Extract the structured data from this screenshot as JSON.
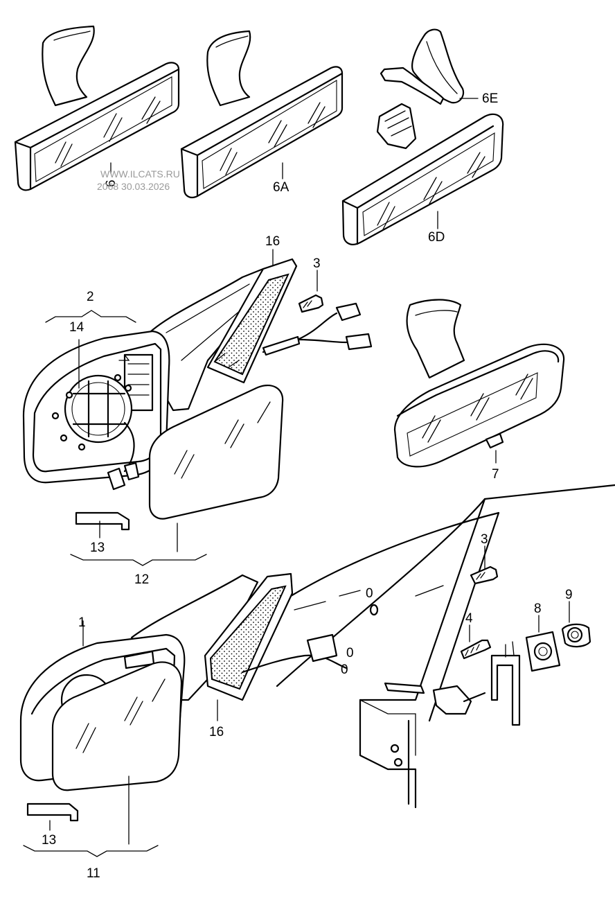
{
  "watermark": {
    "line1": "WWW.ILCATS.RU",
    "line2": "2068 30.03.2026"
  },
  "labels": {
    "p6": "6",
    "p6A": "6A",
    "p6D": "6D",
    "p6E": "6E",
    "p16_top": "16",
    "p3_top": "3",
    "p2": "2",
    "p14": "14",
    "p7": "7",
    "p13_top": "13",
    "p12": "12",
    "p3_bot": "3",
    "p9": "9",
    "p8": "8",
    "p4": "4",
    "p1": "1",
    "p16_bot": "16",
    "p13_bot": "13",
    "p11": "11",
    "zero_a": "0",
    "zero_b": "0",
    "zero_c": "0"
  }
}
